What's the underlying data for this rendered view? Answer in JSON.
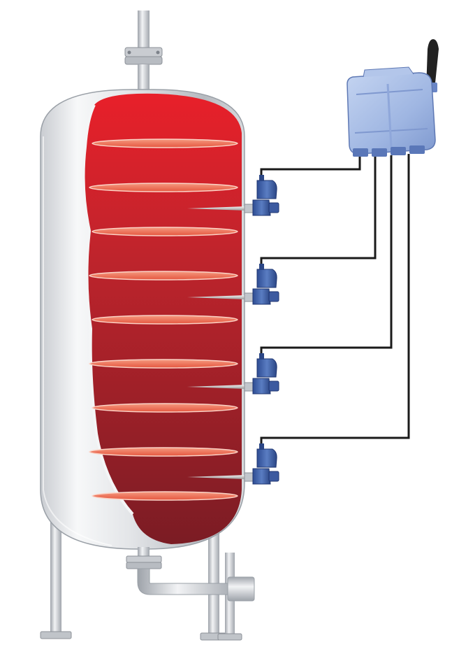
{
  "diagram": {
    "type": "illustration",
    "subject": "vessel-with-wireless-transmitter",
    "tray_count": 9,
    "sensor_count": 4,
    "components": {
      "vessel": "vertical-pressure-vessel",
      "gateway": "wireless-transmitter",
      "sensors": [
        "temperature-sensor",
        "temperature-sensor",
        "temperature-sensor",
        "temperature-sensor"
      ]
    },
    "colors": {
      "liquid_top": "#e31b23",
      "liquid_bottom": "#7b1c24",
      "tray_light": "#f4876d",
      "shell_light": "#f3f4f6",
      "shell_dark": "#a9aeb5",
      "device_blue": "#3f5fa6",
      "gateway_blue": "#a7bde6",
      "wire": "#1a1a1a",
      "antenna": "#222222"
    }
  }
}
